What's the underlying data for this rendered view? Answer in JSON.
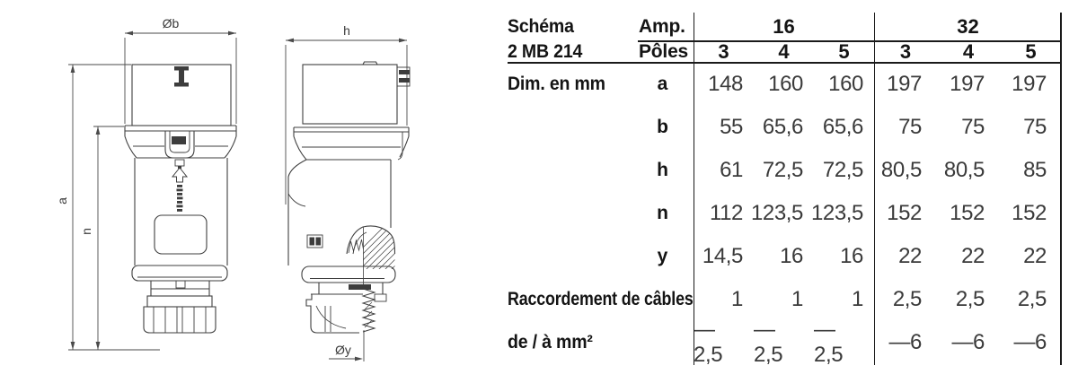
{
  "drawing": {
    "labels": {
      "dia_b": "Øb",
      "h": "h",
      "a": "a",
      "n": "n",
      "dia_y": "Øy"
    }
  },
  "table": {
    "schema_line1": "Schéma",
    "schema_line2": "2 MB 214",
    "amp_label": "Amp.",
    "poles_label": "Pôles",
    "amp_groups": [
      {
        "amp": "16",
        "poles": [
          "3",
          "4",
          "5"
        ]
      },
      {
        "amp": "32",
        "poles": [
          "3",
          "4",
          "5"
        ]
      }
    ],
    "rows": [
      {
        "label": "Dim. en mm",
        "sub": "a",
        "values": [
          "148",
          "160",
          "160",
          "197",
          "197",
          "197"
        ]
      },
      {
        "label": "",
        "sub": "b",
        "values": [
          "55",
          "65,6",
          "65,6",
          "75",
          "75",
          "75"
        ]
      },
      {
        "label": "",
        "sub": "h",
        "values": [
          "61",
          "72,5",
          "72,5",
          "80,5",
          "80,5",
          "85"
        ]
      },
      {
        "label": "",
        "sub": "n",
        "values": [
          "112",
          "123,5",
          "123,5",
          "152",
          "152",
          "152"
        ]
      },
      {
        "label": "",
        "sub": "y",
        "values": [
          "14,5",
          "16",
          "16",
          "22",
          "22",
          "22"
        ]
      },
      {
        "label": "Raccordement de câbles",
        "sub": "",
        "values": [
          "1",
          "1",
          "1",
          "2,5",
          "2,5",
          "2,5"
        ]
      },
      {
        "label": "de / à mm²",
        "sub": "",
        "values": [
          "—2,5",
          "—2,5",
          "—2,5",
          "—6",
          "—6",
          "—6"
        ]
      }
    ]
  },
  "colors": {
    "table_text": "#141414",
    "value_text": "#3a3a3a",
    "rule": "#1a1a1a",
    "drawing_stroke": "#3f3f3f"
  }
}
